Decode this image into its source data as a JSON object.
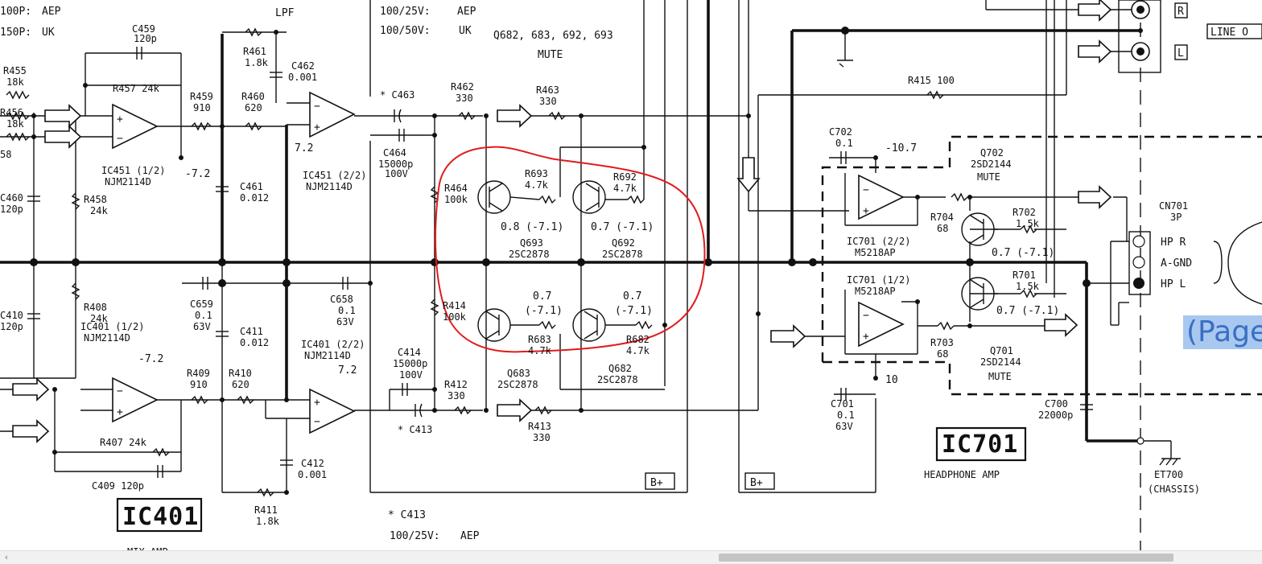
{
  "labels": {
    "tl_100p": "100P:",
    "tl_100p_region": "AEP",
    "tl_150p": "150P:",
    "tl_150p_region": "UK",
    "lpf_name": "LPF",
    "note_100_25": "100/25V:",
    "note_100_25_region": "AEP",
    "note_100_50": "100/50V:",
    "note_100_50_region": "UK",
    "mute_q": "Q682, 683, 692, 693",
    "mute_title": "MUTE",
    "r455": "R455",
    "r455_v": "18k",
    "r456": "R456",
    "r456_v": "18k",
    "r458_part": "58",
    "c459": "C459",
    "c459_v": "120p",
    "r457": "R457 24k",
    "r459": "R459",
    "r459_v": "910",
    "r461": "R461",
    "r461_v": "1.8k",
    "r460": "R460",
    "r460_v": "620",
    "c462": "C462",
    "c462_v": "0.001",
    "c463": "* C463",
    "c464": "C464",
    "c464_v1": "15000p",
    "c464_v2": "100V",
    "r462": "R462",
    "r462_v": "330",
    "r463": "R463",
    "r463_v": "330",
    "ic451_1": "IC451 (1/2)",
    "ic451_1_p": "NJM2114D",
    "ic451_2": "IC451 (2/2)",
    "ic451_2_p": "NJM2114D",
    "v_m72": "-7.2",
    "v_72": "7.2",
    "c461": "C461",
    "c461_v": "0.012",
    "c460": "C460",
    "c460_v": "120p",
    "r458": "R458",
    "r458_v": "24k",
    "r464": "R464",
    "r464_v": "100k",
    "r693": "R693",
    "r693_v": "4.7k",
    "r692": "R692",
    "r692_v": "4.7k",
    "q693_v": "0.8 (-7.1)",
    "q692_v": "0.7 (-7.1)",
    "q693": "Q693",
    "q693_p": "2SC2878",
    "q692": "Q692",
    "q692_p": "2SC2878",
    "c410": "C410",
    "c410_v": "120p",
    "r408": "R408",
    "r408_v": "24k",
    "ic401_1": "IC401 (1/2)",
    "ic401_1_p": "NJM2114D",
    "ic401_2": "IC401 (2/2)",
    "ic401_2_p": "NJM2114D",
    "c659": "C659",
    "c659_v1": "0.1",
    "c659_v2": "63V",
    "c411": "C411",
    "c411_v": "0.012",
    "c658": "C658",
    "c658_v1": "0.1",
    "c658_v2": "63V",
    "r414": "R414",
    "r414_v": "100k",
    "v07": "0.7",
    "v071": "(-7.1)",
    "r683": "R683",
    "r683_v": "4.7k",
    "r682": "R682",
    "r682_v": "4.7k",
    "c414": "C414",
    "c414_v1": "15000p",
    "c414_v2": "100V",
    "r409": "R409",
    "r409_v": "910",
    "r410": "R410",
    "r410_v": "620",
    "r412": "R412",
    "r412_v": "330",
    "q683": "Q683",
    "q683_p": "2SC2878",
    "q682": "Q682",
    "q682_p": "2SC2878",
    "c413": "* C413",
    "r413": "R413",
    "r413_v": "330",
    "r407": "R407 24k",
    "c409": "C409 120p",
    "c412": "C412",
    "c412_v": "0.001",
    "r411": "R411",
    "r411_v": "1.8k",
    "ic401_title": "IC401",
    "mix_amp": "MIX-AMP",
    "note_c413": "* C413",
    "note_c413_v": "100/25V:",
    "note_c413_r": "AEP",
    "bplus": "B+",
    "r415": "R415 100",
    "c702": "C702",
    "c702_v": "0.1",
    "v_m107": "-10.7",
    "q702": "Q702",
    "q702_p": "2SD2144",
    "ic701_2": "IC701 (2/2)",
    "ic701_2_p": "M5218AP",
    "ic701_1": "IC701 (1/2)",
    "ic701_1_p": "M5218AP",
    "r704": "R704",
    "r704_v": "68",
    "r702": "R702",
    "r702_v": "1.5k",
    "r701": "R701",
    "r701_v": "1.5k",
    "v07_m71": "0.7 (-7.1)",
    "r703": "R703",
    "r703_v": "68",
    "q701": "Q701",
    "q701_p": "2SD2144",
    "c701": "C701",
    "c701_v1": "0.1",
    "c701_v2": "63V",
    "v10": "10",
    "ic701_title": "IC701",
    "headphone_amp": "HEADPHONE AMP",
    "c700": "C700",
    "c700_v": "22000p",
    "et700": "ET700",
    "chassis": "(CHASSIS)",
    "cn701": "CN701",
    "cn701_p": "3P",
    "hp_r": "HP R",
    "a_gnd": "A-GND",
    "hp_l": "HP L",
    "jack_r": "R",
    "jack_l": "L",
    "line_out": "LINE O",
    "page_ref": "(Page"
  },
  "colors": {
    "ink": "#111111",
    "annotation_circle": "#e01b1b",
    "page_link_bg": "#a8c8ef",
    "page_link_text": "#3a6fc4"
  }
}
